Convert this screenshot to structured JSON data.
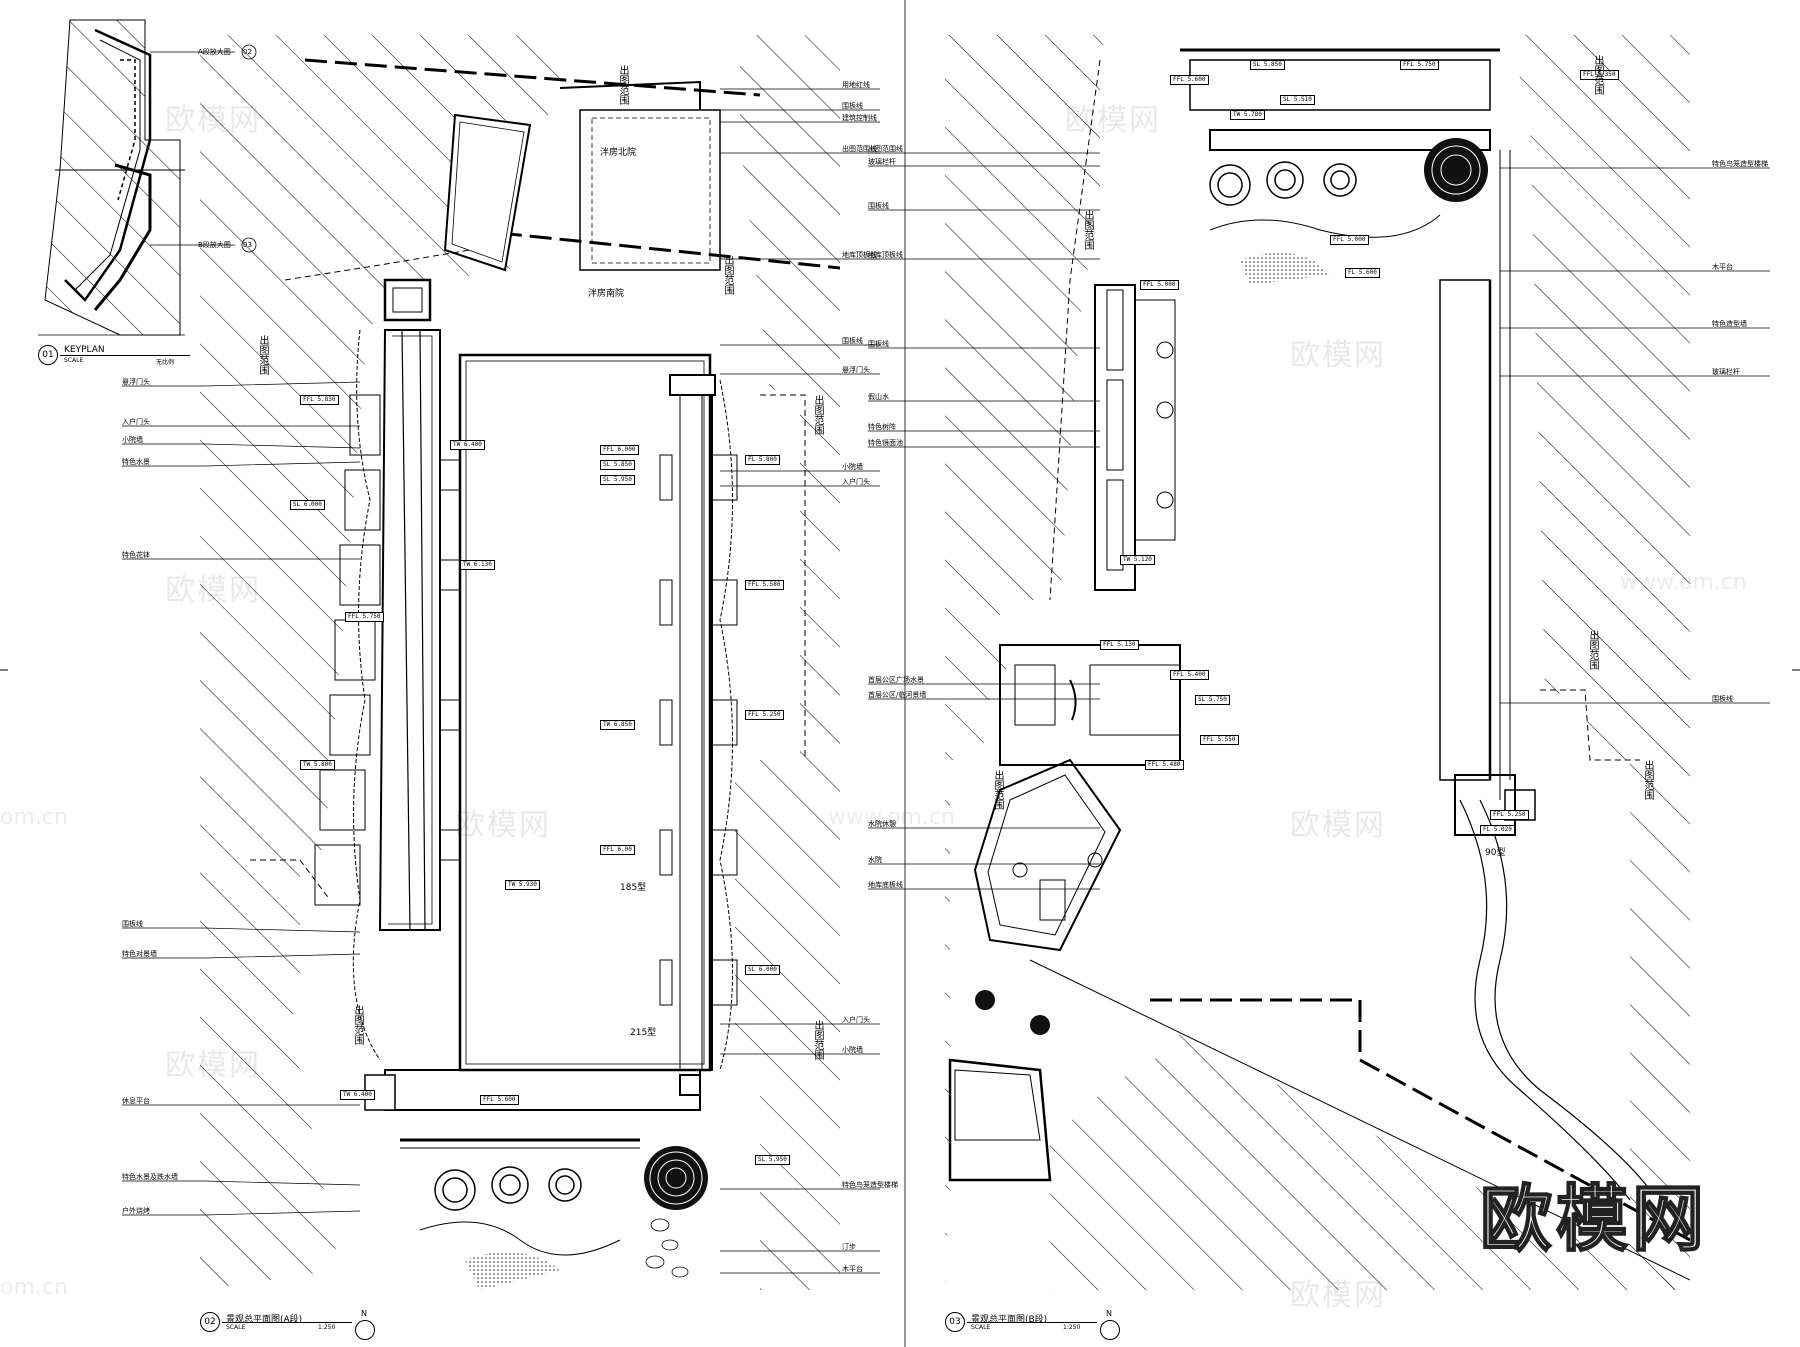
{
  "keyplan": {
    "number": "01",
    "title": "KEYPLAN",
    "scale_label": "SCALE",
    "scale_value": "无比例",
    "callouts": [
      "A段放大图",
      "02",
      "B段放大图",
      "03"
    ]
  },
  "plan_a": {
    "number": "02",
    "title": "景观总平面图(A段)",
    "scale_label": "SCALE",
    "scale_value": "1:250",
    "north": "N",
    "left_labels": [
      "悬浮门头",
      "入户门头",
      "小院墙",
      "特色水景",
      "特色花钵",
      "围板线",
      "特色对景墙",
      "休息平台",
      "特色水景及跌水墙",
      "户外烧烤"
    ],
    "right_labels": [
      "用地红线",
      "围板线",
      "建筑控制线",
      "出图范围线",
      "地库顶板线",
      "围板线",
      "悬浮门头",
      "小院墙",
      "入户门头",
      "入户门头",
      "小院墙",
      "特色鸟笼造型楼梯",
      "汀步",
      "木平台"
    ],
    "area_labels": [
      "泮房北院",
      "泮房南院",
      "185型",
      "215型"
    ],
    "range_label": "出图范围",
    "levels": [
      "FFL 6.000",
      "SL 5.850",
      "SL 5.950",
      "TW 6.400",
      "TW 6.130",
      "FFL 5.750",
      "FFL 5.600",
      "TW 5.930",
      "TW 6.850",
      "FFL 6.00",
      "SL 6.000",
      "TW 5.800",
      "FL 5.800",
      "FFL 5.580",
      "FFL 5.250",
      "SL 5.950",
      "FFL 5.830",
      "TW 6.400",
      "SL 6.000"
    ]
  },
  "plan_b": {
    "number": "03",
    "title": "景观总平面图(B段)",
    "scale_label": "SCALE",
    "scale_value": "1:250",
    "north": "N",
    "left_labels": [
      "出图范围线",
      "玻璃栏杆",
      "围板线",
      "地库顶板线",
      "围板线",
      "假山水",
      "特色树阵",
      "特色镜面池",
      "首层公区广场水景",
      "首层公区/临河景墙",
      "水院休憩",
      "水院",
      "地库底板线"
    ],
    "right_labels": [
      "特色鸟笼造型楼梯",
      "木平台",
      "特色造型墙",
      "玻璃栏杆",
      "围板线"
    ],
    "area_labels": [
      "90型"
    ],
    "range_label": "出图范围",
    "levels": [
      "FFL 5.600",
      "SL 5.850",
      "TW 5.780",
      "FFL 5.750",
      "FFL 5.350",
      "SL 5.510",
      "FFL 5.000",
      "TW 5.120",
      "FFL 5.130",
      "FFL 5.400",
      "SL 5.750",
      "FFL 5.550",
      "FFL 5.480",
      "FL 5.600",
      "FFL 5.000",
      "FL 5.020",
      "FFL 5.250"
    ]
  },
  "watermarks": [
    "欧模网",
    "www.om.cn",
    "om.cn"
  ],
  "brand": "欧模网",
  "colors": {
    "line": "#000000",
    "hatch": "#111111",
    "paper": "#ffffff"
  }
}
